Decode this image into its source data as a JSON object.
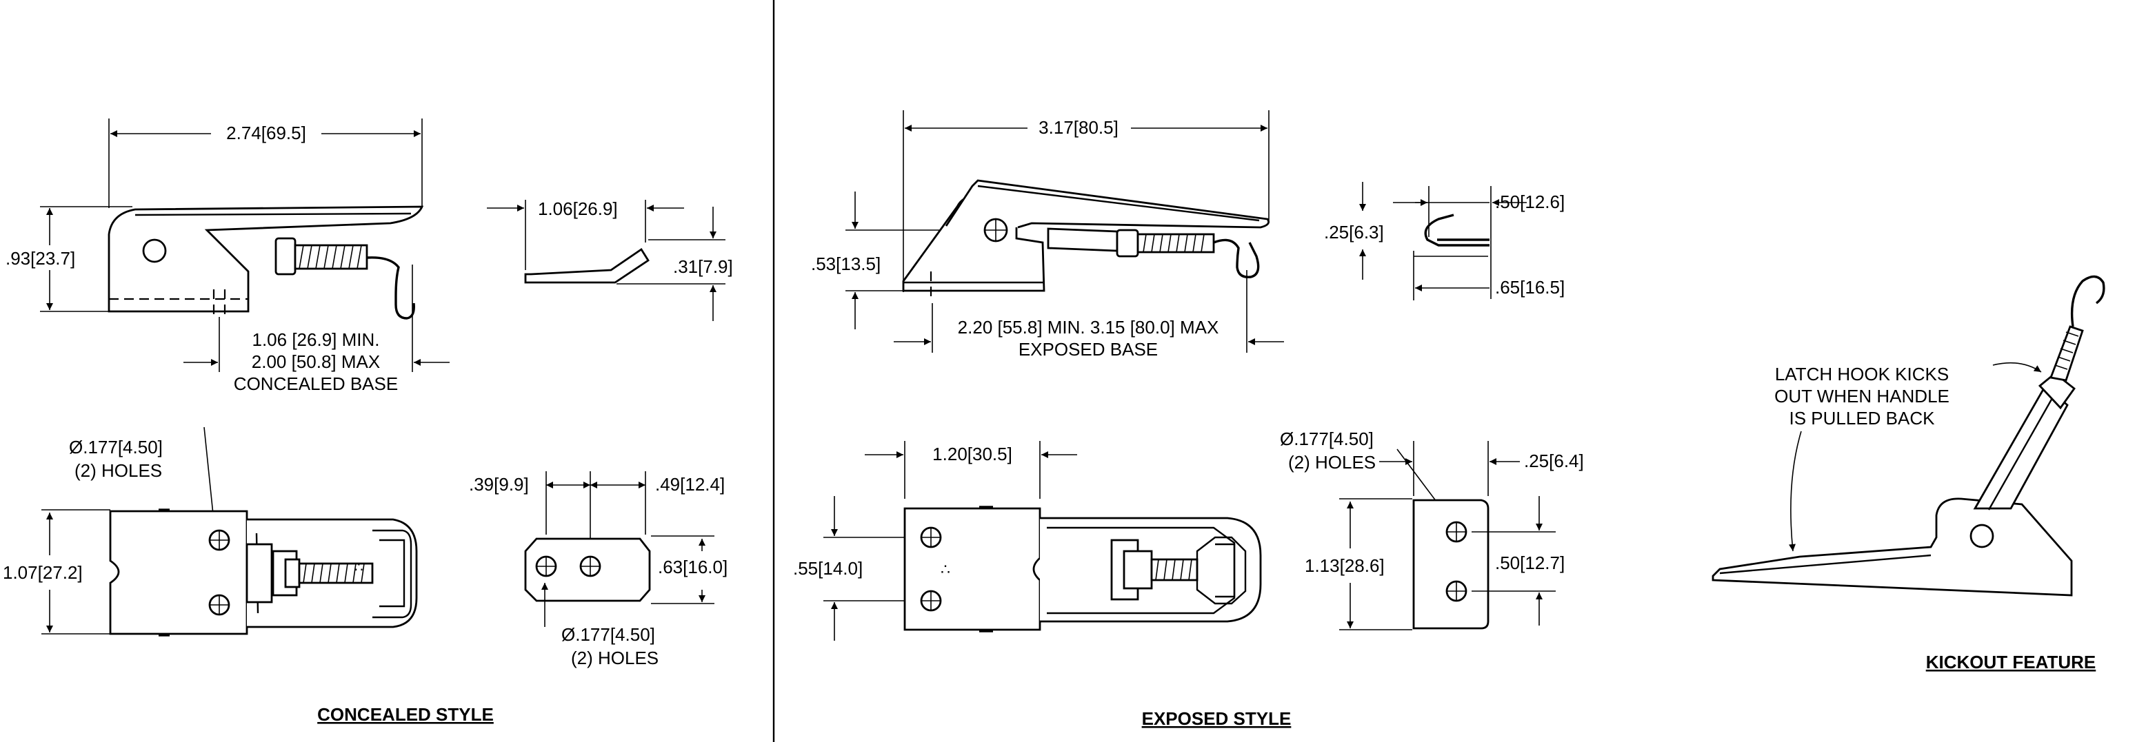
{
  "concealed": {
    "title": "CONCEALED STYLE",
    "overall_length": "2.74[69.5]",
    "height": ".93[23.7]",
    "hook_length": "1.06[26.9]",
    "hook_height": ".31[7.9]",
    "base_note_1": "1.06 [26.9] MIN.",
    "base_note_2": "2.00 [50.8] MAX",
    "base_note_3": "CONCEALED BASE",
    "hole_1": "Ø.177[4.50]",
    "hole_1_count": "(2) HOLES",
    "width": "1.07[27.2]",
    "plate_a": ".39[9.9]",
    "plate_b": ".49[12.4]",
    "plate_height": ".63[16.0]",
    "hole_2": "Ø.177[4.50]",
    "hole_2_count": "(2) HOLES"
  },
  "exposed": {
    "title": "EXPOSED STYLE",
    "overall_length": "3.17[80.5]",
    "height": ".53[13.5]",
    "base_note_1": "2.20 [55.8] MIN. 3.15 [80.0] MAX",
    "base_note_2": "EXPOSED BASE",
    "hook_a": ".50[12.6]",
    "hook_b": ".25[6.3]",
    "hook_c": ".65[16.5]",
    "base_width": "1.20[30.5]",
    "hole_spacing": ".55[14.0]",
    "hole": "Ø.177[4.50]",
    "hole_count": "(2) HOLES",
    "plate_offset": ".25[6.4]",
    "plate_height": "1.13[28.6]",
    "plate_hole_spacing": ".50[12.7]"
  },
  "kickout": {
    "title": "KICKOUT FEATURE",
    "note_1": "LATCH HOOK KICKS",
    "note_2": "OUT WHEN HANDLE",
    "note_3": "IS PULLED BACK"
  }
}
